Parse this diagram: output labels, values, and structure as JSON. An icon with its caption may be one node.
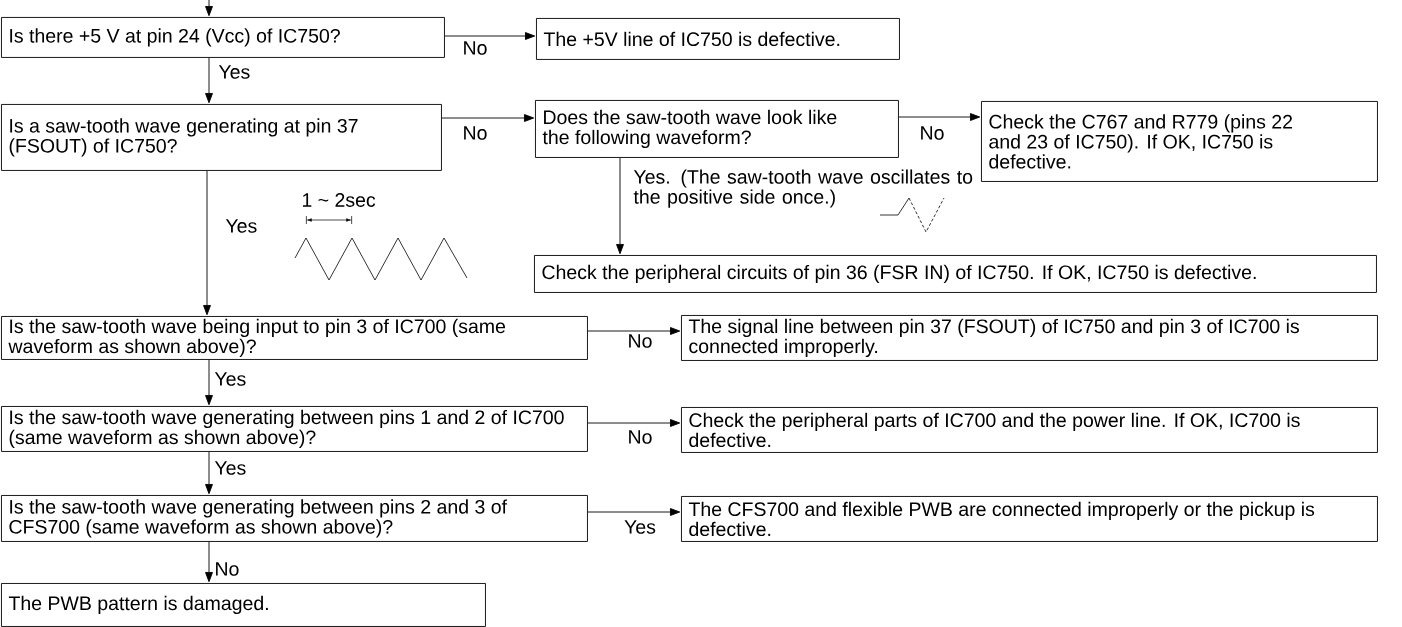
{
  "diagram": {
    "nodes": [
      {
        "text": [
          "Is there +5 V at pin 24 (Vcc) of IC750?"
        ]
      },
      {
        "text": [
          "The +5V line of IC750 is defective."
        ]
      },
      {
        "text": [
          "Is a saw-tooth wave generating at pin 37 (FSOUT) of IC750?"
        ]
      },
      {
        "text": [
          "Does the saw-tooth wave look like the following waveform?"
        ]
      },
      {
        "text": [
          "Check the C767 and R779 (pins 22 and 23 of IC750). If OK, IC750 is defective."
        ]
      },
      {
        "text": [
          "Check the peripheral circuits of pin 36 (FSR IN) of IC750. If OK, IC750 is defective."
        ]
      },
      {
        "text": [
          "Is the saw-tooth wave being input to pin 3 of IC700 (same waveform as shown above)?"
        ]
      },
      {
        "text": [
          "The signal line between pin 37 (FSOUT) of IC750 and pin 3 of IC700 is connected improperly."
        ]
      },
      {
        "text": [
          "Is the saw-tooth wave generating between pins 1 and 2 of IC700 (same waveform as shown above)?"
        ]
      },
      {
        "text": [
          "Check the peripheral parts of IC700 and the power line. If OK, IC700 is defective."
        ]
      },
      {
        "text": [
          "Is the saw-tooth wave generating between pins 2 and 3 of CFS700 (same waveform as shown above)?"
        ]
      },
      {
        "text": [
          "The CFS700 and flexible PWB are connected improperly or the pickup is defective."
        ]
      },
      {
        "text": [
          "The PWB pattern is damaged."
        ]
      }
    ],
    "edges": [
      {
        "from": null,
        "to": 0,
        "arrow": "to"
      },
      {
        "from": 0,
        "to": 1,
        "arrow": "to",
        "label": "No"
      },
      {
        "from": 0,
        "to": 2,
        "arrow": "to",
        "label": "Yes"
      },
      {
        "from": 2,
        "to": 3,
        "arrow": "to",
        "label": "No"
      },
      {
        "from": 3,
        "to": 4,
        "arrow": "to",
        "label": "No"
      },
      {
        "from": 3,
        "to": 5,
        "arrow": "to",
        "label": "Yes. (The saw-tooth wave oscillates to the positive side once.)"
      },
      {
        "from": 2,
        "to": 6,
        "arrow": "to",
        "label": "Yes"
      },
      {
        "from": 6,
        "to": 7,
        "arrow": "to",
        "label": "No"
      },
      {
        "from": 6,
        "to": 8,
        "arrow": "to",
        "label": "Yes"
      },
      {
        "from": 8,
        "to": 9,
        "arrow": "to",
        "label": "No"
      },
      {
        "from": 8,
        "to": 10,
        "arrow": "to",
        "label": "Yes"
      },
      {
        "from": 10,
        "to": 11,
        "arrow": "to",
        "label": "Yes"
      },
      {
        "from": 10,
        "to": 12,
        "arrow": "to",
        "label": "No"
      }
    ],
    "labels": [
      "1 ~ 2sec"
    ]
  }
}
